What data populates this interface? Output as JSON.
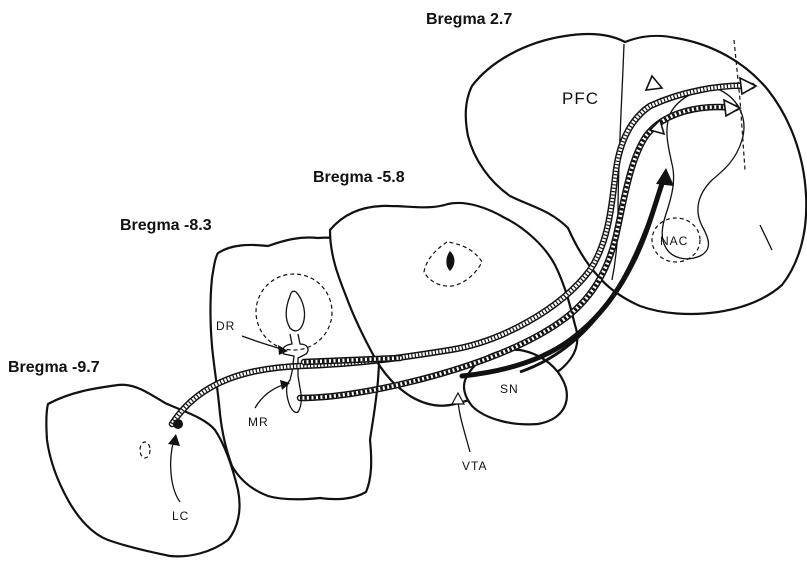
{
  "labels": {
    "bregma_2_7": "Bregma 2.7",
    "bregma_5_8": "Bregma -5.8",
    "bregma_8_3": "Bregma -8.3",
    "bregma_9_7": "Bregma -9.7"
  },
  "regions": {
    "pfc": "PFC",
    "nac": "NAC",
    "dr": "DR",
    "mr": "MR",
    "sn": "SN",
    "vta": "VTA",
    "lc": "LC"
  }
}
